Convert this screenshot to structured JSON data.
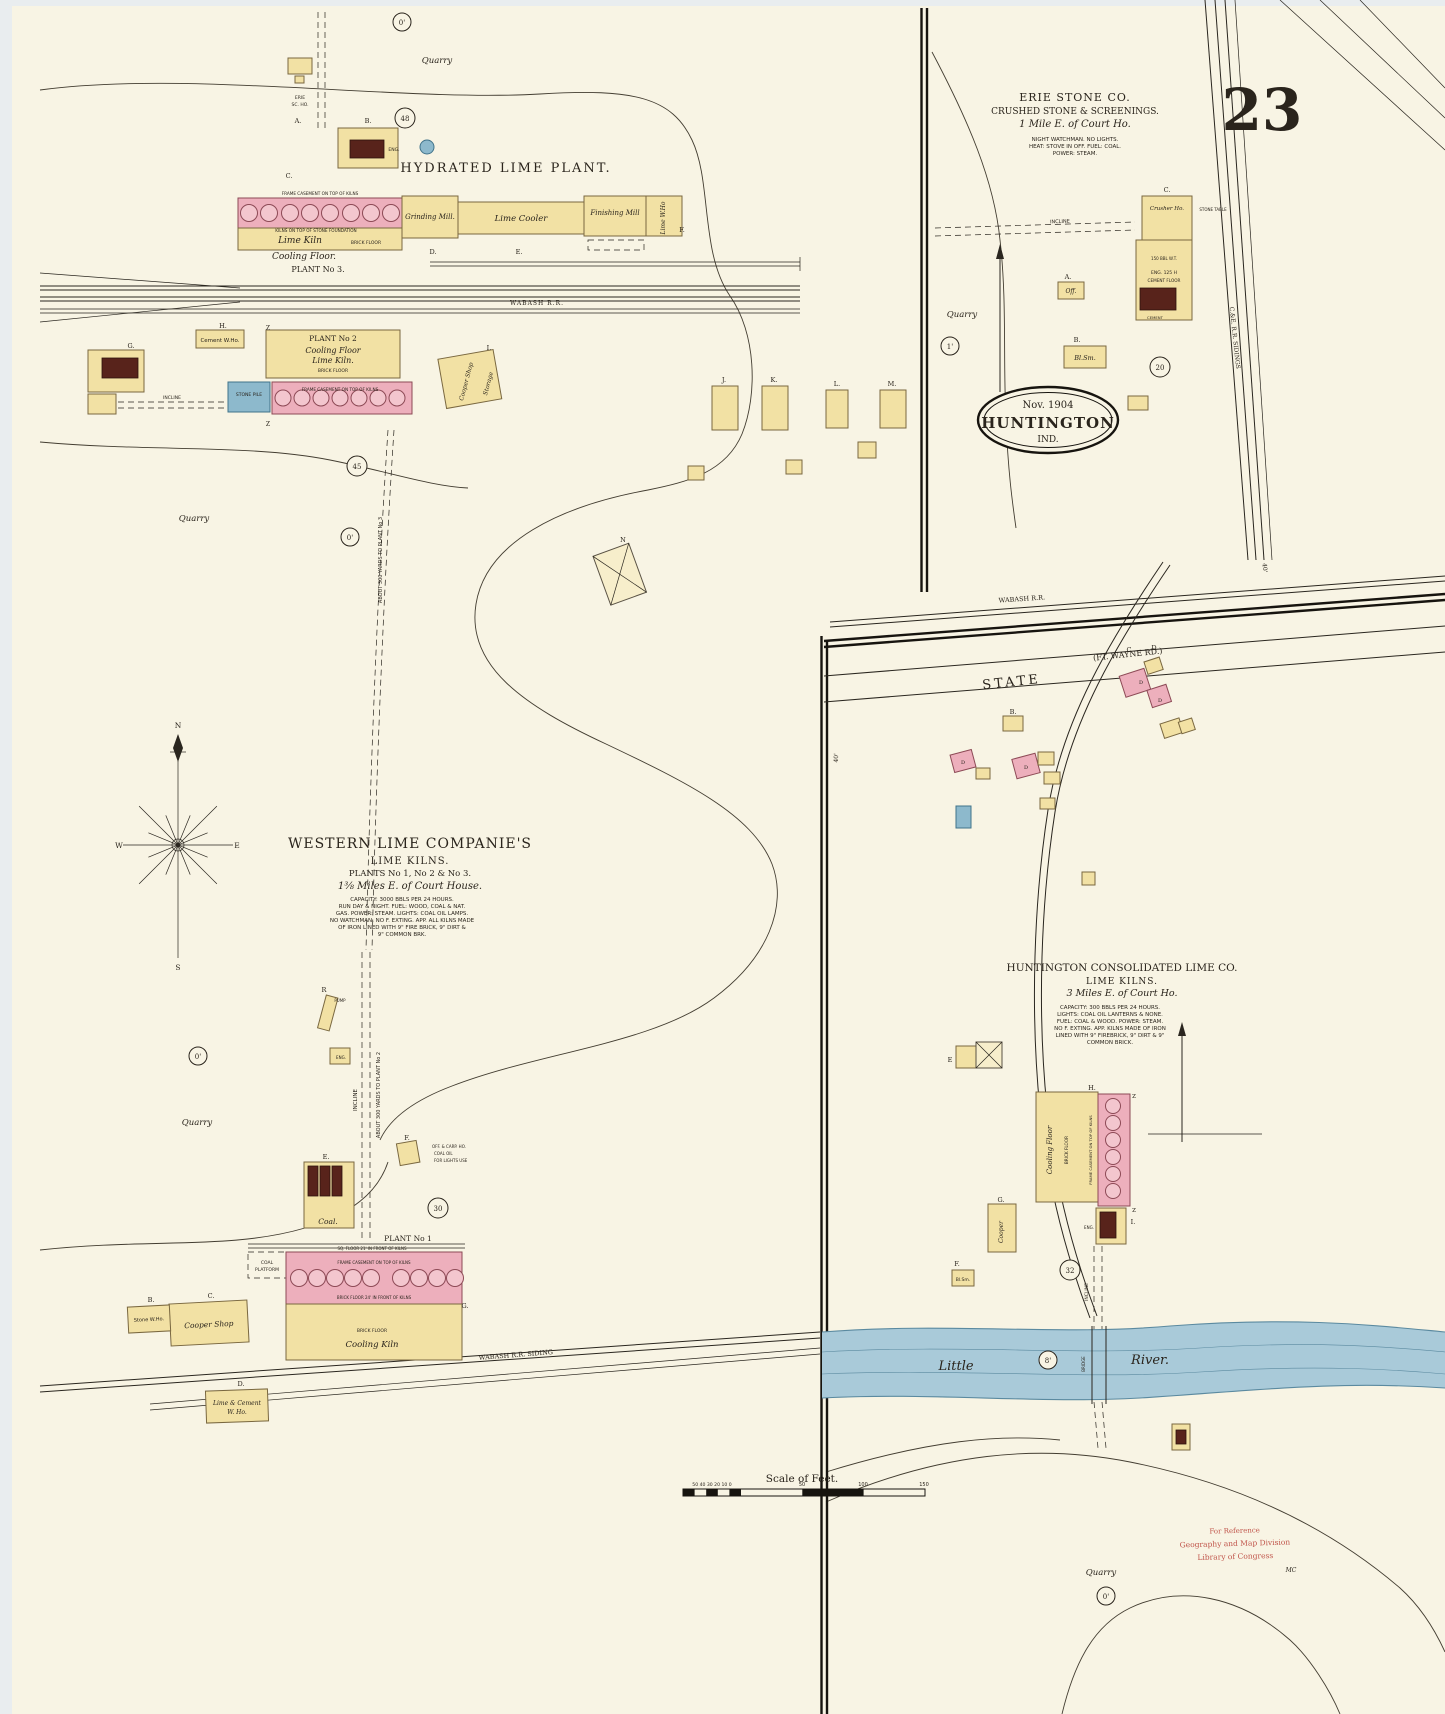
{
  "sheet": {
    "number": "23"
  },
  "stamp": {
    "date": "Nov. 1904",
    "city": "HUNTINGTON",
    "state": "IND."
  },
  "lc_stamp": {
    "line1": "For Reference",
    "line2": "Geography and Map Division",
    "line3": "Library of Congress",
    "mark": "MC"
  },
  "compass": {
    "n": "N",
    "s": "S",
    "e": "E",
    "w": "W"
  },
  "companies": {
    "erie": {
      "name": "ERIE STONE CO.",
      "sub1": "CRUSHED STONE & SCREENINGS.",
      "sub2": "1 Mile E. of Court Ho.",
      "note1": "NIGHT WATCHMAN. NO LIGHTS.",
      "note2": "HEAT: STOVE IN OFF. FUEL: COAL.",
      "note3": "POWER: STEAM."
    },
    "western": {
      "name": "WESTERN LIME COMPANIE'S",
      "sub1": "LIME KILNS.",
      "sub2": "PLANTS No 1, No 2 & No 3.",
      "sub3": "1⅜ Miles E. of Court House.",
      "note1": "CAPACITY: 3000 BBLS PER 24 HOURS.",
      "note2": "RUN DAY & NIGHT. FUEL: WOOD, COAL & NAT.",
      "note3": "GAS. POWER: STEAM. LIGHTS: COAL OIL LAMPS.",
      "note4": "NO WATCHMAN. NO F. EXTING. APP. ALL KILNS MADE",
      "note5": "OF IRON LINED WITH 9\" FIRE BRICK, 9\" DIRT &",
      "note6": "9\" COMMON BRK."
    },
    "consolidated": {
      "name": "HUNTINGTON CONSOLIDATED LIME CO.",
      "sub1": "LIME KILNS.",
      "sub2": "3 Miles E. of Court Ho.",
      "note1": "CAPACITY: 300 BBLS PER 24 HOURS.",
      "note2": "LIGHTS: COAL OIL LANTERNS & NONE.",
      "note3": "FUEL: COAL & WOOD. POWER: STEAM.",
      "note4": "NO F. EXTING. APP. KILNS MADE OF IRON",
      "note5": "LINED WITH 9\" FIREBRICK, 9\" DIRT & 9\"",
      "note6": "COMMON BRICK."
    }
  },
  "streets": {
    "state": "STATE",
    "ft_wayne": "(FT. WAYNE RD.)"
  },
  "railroads": {
    "wabash": "WABASH R.R.",
    "wabash_siding": "WABASH R.R. SIDING",
    "ce_sidings": "C.&E. R.R. SIDINGS"
  },
  "river": {
    "little": "Little",
    "river": "River.",
    "bridge": "BRIDGE",
    "width": "8'"
  },
  "labels": {
    "hydrated": "HYDRATED LIME PLANT.",
    "plant3": "PLANT No 3.",
    "plant2": "PLANT No 2",
    "plant1": "PLANT No 1",
    "lime_kiln": "Lime Kiln",
    "lime_kiln_dot": "Lime Kiln.",
    "cooling_floor_dot": "Cooling Floor.",
    "cooling_floor": "Cooling Floor",
    "grinding_mill": "Grinding Mill.",
    "lime_cooler": "Lime Cooler",
    "finishing_mill": "Finishing Mill",
    "lime_who": "Lime W.Ho",
    "cement_who": "Cement W.Ho.",
    "stone_pile": "STONE PILE",
    "cooper_shop": "Cooper Shop",
    "storage": "Storage",
    "quarry": "Quarry",
    "crusher_ho": "Crusher Ho.",
    "stone_table": "STONE TABLE",
    "office": "Off.",
    "blsm": "Bl.Sm.",
    "incline": "INCLINE",
    "brick_floor": "BRICK FLOOR",
    "frame_casement": "FRAME CASEMENT ON TOP OF KILNS",
    "kilns_foundation": "KILNS ON TOP OF STONE FOUNDATION",
    "brick_front": "BRICK FLOOR 24' IN FRONT OF KILNS",
    "sq_floor": "SQ. FLOOR 21' IN FRONT OF KILNS",
    "cooling_kiln": "Cooling Kiln",
    "coal": "Coal.",
    "coal_word": "COAL",
    "platform": "PLATFORM",
    "stone_who": "Stone W.Ho.",
    "lime_cement1": "Lime & Cement",
    "lime_cement2": "W. Ho.",
    "pump": "PUMP",
    "eng": "ENG.",
    "eng125": "ENG. 125 H",
    "cement_floor": "CEMENT FLOOR",
    "wt": "150 BBL W.T.",
    "cement_tiny": "CEMENT",
    "cooper": "Cooper",
    "erie1": "ERIE",
    "erie2": "SC. HO.",
    "about3": "ABOUT 300 YARDS TO PLANT No 3",
    "about2": "ABOUT 300 YARDS TO PLANT No 2",
    "off_carp": "OFF. & CARP. HO.",
    "oil1": "COAL OIL",
    "oil2": "FOR LIGHTS USE",
    "w40": "40'"
  },
  "letters": {
    "a": "A.",
    "b": "B.",
    "c": "C.",
    "d": "D.",
    "e": "E.",
    "f": "F.",
    "g": "G.",
    "h": "H.",
    "i": "I.",
    "j": "J.",
    "k": "K.",
    "l": "L.",
    "m": "M.",
    "n": "N",
    "r": "R",
    "z": "Z",
    "d_plain": "D",
    "e_plain": "E",
    "c_plain": "C"
  },
  "circles": {
    "c48": "48",
    "c45": "45",
    "c30": "30",
    "c20": "20",
    "c32": "32",
    "c0": "0'",
    "c1": "1'"
  },
  "scale": {
    "title": "Scale of Feet.",
    "small_ticks": "50 40 30 20 10  0",
    "t50": "50",
    "t100": "100",
    "t150": "150"
  }
}
